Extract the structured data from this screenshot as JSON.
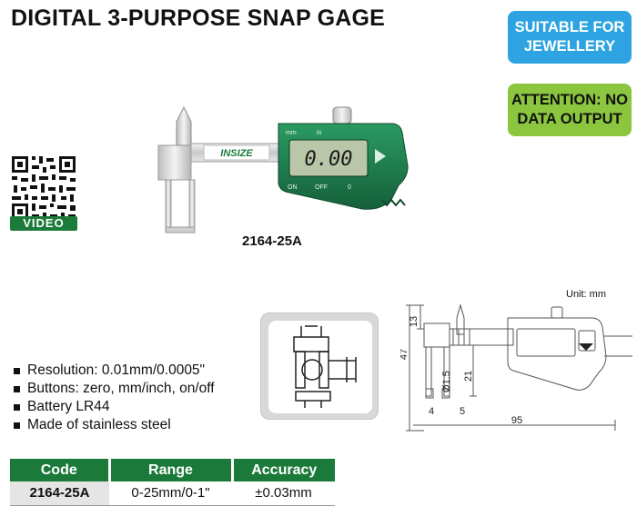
{
  "title": "DIGITAL 3-PURPOSE SNAP GAGE",
  "badges": {
    "suitable": "SUITABLE FOR JEWELLERY",
    "attention": "ATTENTION: NO DATA OUTPUT"
  },
  "video_label": "VIDEO",
  "product": {
    "brand": "INSIZE",
    "display_value": "0.00",
    "model": "2164-25A",
    "top_labels": [
      "mm",
      "in"
    ],
    "bottom_labels": [
      "ON",
      "OFF",
      "0"
    ]
  },
  "drawing": {
    "unit": "Unit: mm",
    "dims": [
      "13",
      "47",
      "21",
      "Ø1.5",
      "4",
      "5",
      "95"
    ]
  },
  "features": [
    "Resolution: 0.01mm/0.0005\"",
    "Buttons: zero, mm/inch, on/off",
    "Battery LR44",
    "Made of stainless steel"
  ],
  "spec_table": {
    "headers": [
      "Code",
      "Range",
      "Accuracy"
    ],
    "rows": [
      [
        "2164-25A",
        "0-25mm/0-1\"",
        "±0.03mm"
      ]
    ]
  },
  "colors": {
    "green_header": "#1b7a3a",
    "blue_badge": "#2da4e1",
    "green_badge": "#8cc63f",
    "device_green": "#1f7a4c"
  }
}
